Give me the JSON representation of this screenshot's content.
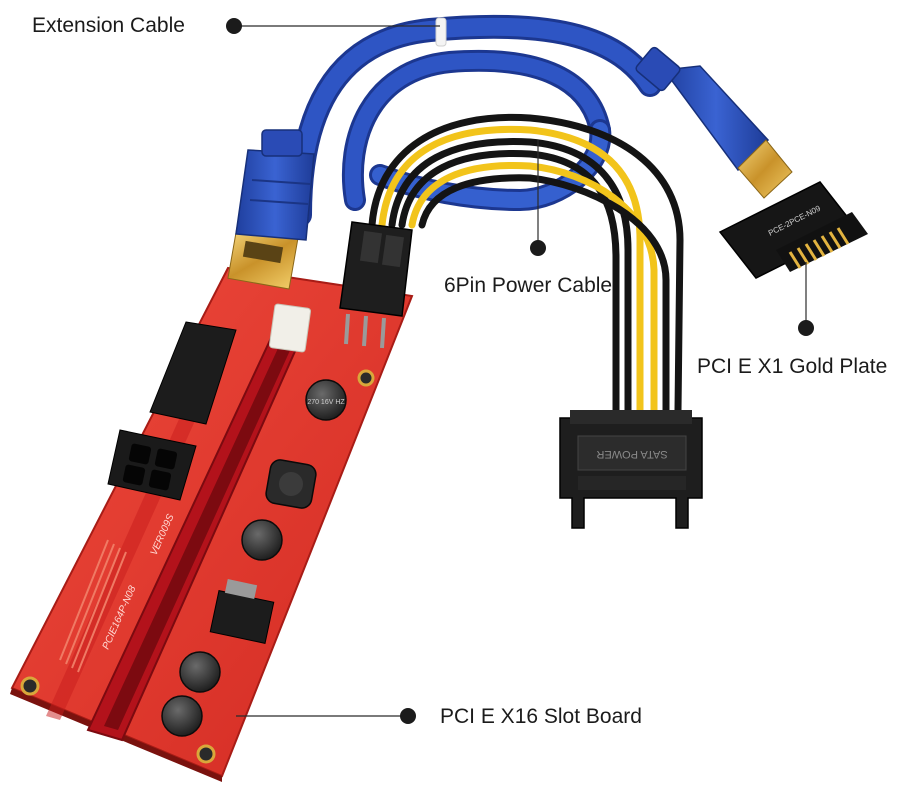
{
  "labels": {
    "extension_cable": "Extension Cable",
    "power_cable": "6Pin Power Cable",
    "x1_plate": "PCI E X1 Gold Plate",
    "x16_board": "PCI E X16 Slot Board"
  },
  "board_markings": {
    "version": "VER009S",
    "model": "PCIE164P-N08",
    "cap_text": "270 16V HZ",
    "sata_text": "SATA POWER",
    "x1_text": "PCE-2PCE-N09"
  },
  "colors": {
    "cable_blue": "#2a4bb5",
    "connector_blue": "#2d56c8",
    "board_red": "#e0322a",
    "slot_red": "#b3121b",
    "gold": "#d9a73a",
    "wire_yellow": "#f2c41b",
    "wire_black": "#141414",
    "plug_black": "#1e1e1e",
    "callout_line": "#2b2b2b"
  },
  "icons": {
    "callout_marker": "filled-circle"
  }
}
